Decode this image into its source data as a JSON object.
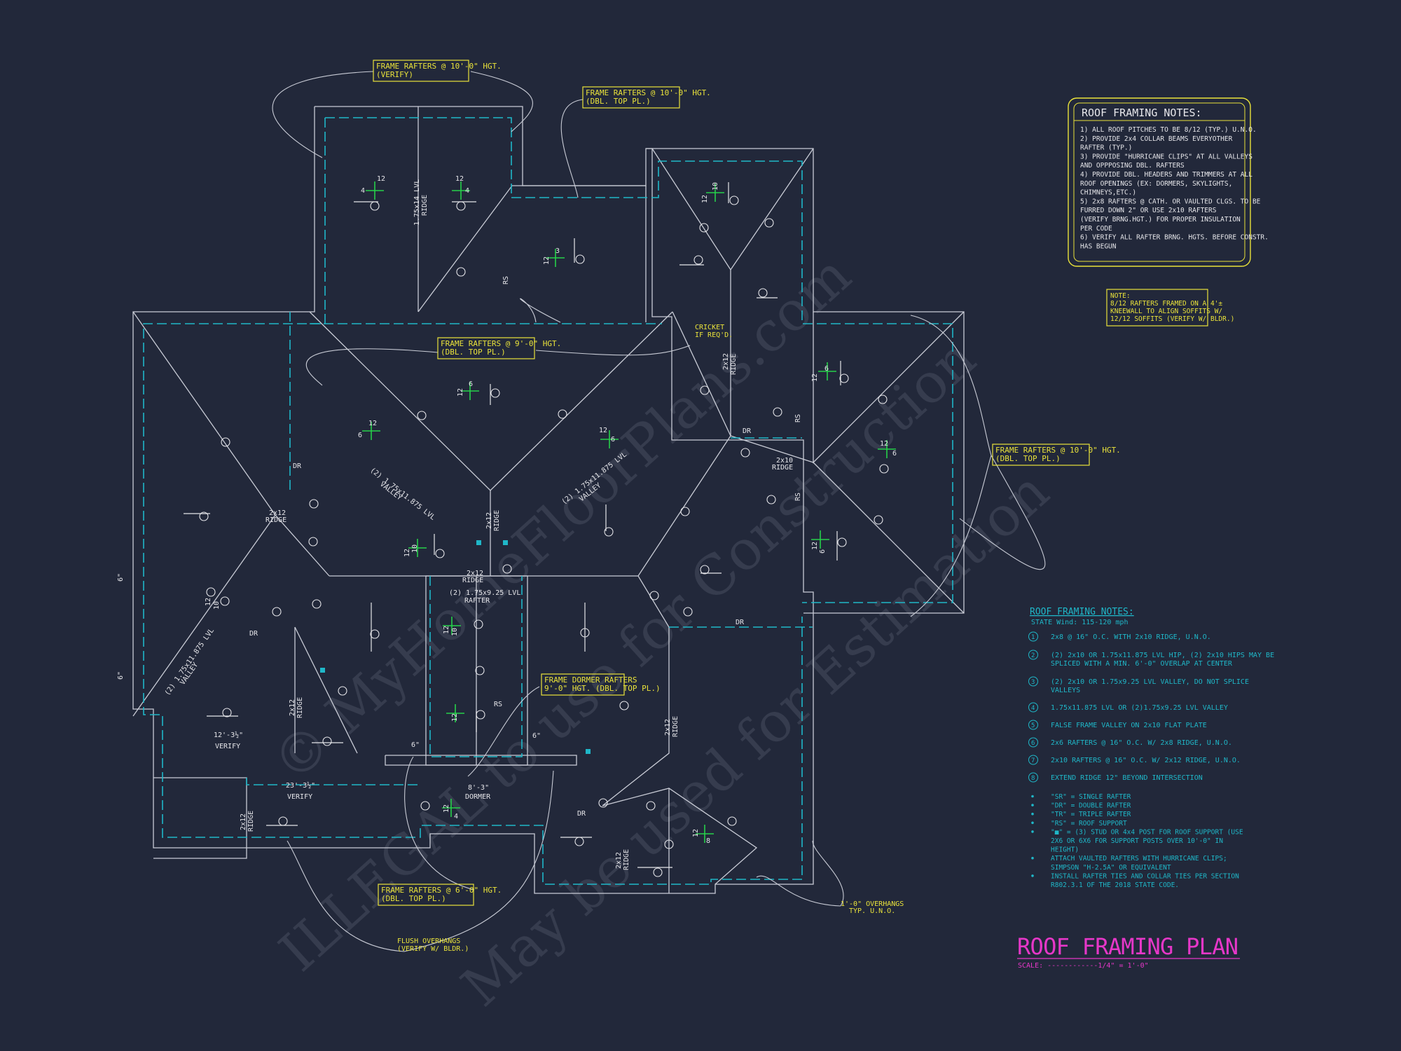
{
  "colors": {
    "background": "#22283a",
    "roof_lines": "#c9ccd6",
    "wall_dashed": "#1fb7c8",
    "callout_border": "#e9e23a",
    "callout_text": "#e9e23a",
    "cyan_text": "#1fb7c8",
    "white_text": "#e6e6ea",
    "green_marker": "#26d04a",
    "magenta_title": "#e637c8",
    "watermark": "#3a4052"
  },
  "watermark": {
    "line1": "© MyHomeFloorPlans.com",
    "line2": "ILLEGAL to use for Construction",
    "line3": "May be used for Estimation"
  },
  "callouts": [
    {
      "line1": "FRAME RAFTERS @ 10'-0\" HGT.",
      "line2": "(VERIFY)"
    },
    {
      "line1": "FRAME RAFTERS @ 10'-0\" HGT.",
      "line2": "(DBL. TOP PL.)"
    },
    {
      "line1": "FRAME RAFTERS @ 9'-0\" HGT.",
      "line2": "(DBL. TOP PL.)"
    },
    {
      "line1": "FRAME RAFTERS @ 10'-0\" HGT.",
      "line2": "(DBL. TOP PL.)"
    },
    {
      "line1": "FRAME DORMER RAFTERS",
      "line2": "9'-0\" HGT. (DBL. TOP PL.)"
    },
    {
      "line1": "FRAME RAFTERS @ 6'-0\" HGT.",
      "line2": "(DBL. TOP PL.)"
    }
  ],
  "notes_box": {
    "title": "ROOF FRAMING NOTES:",
    "lines": [
      "1) ALL ROOF PITCHES TO BE 8/12 (TYP.) U.N.O.",
      "2) PROVIDE 2x4 COLLAR BEAMS EVERYOTHER",
      "    RAFTER (TYP.)",
      "3) PROVIDE \"HURRICANE CLIPS\" AT ALL VALLEYS",
      "    AND OPPPOSING DBL. RAFTERS",
      "4) PROVIDE DBL. HEADERS AND TRIMMERS AT ALL",
      "    ROOF OPENINGS (EX: DORMERS, SKYLIGHTS,",
      "    CHIMNEYS,ETC.)",
      "5) 2x8 RAFTERS @ CATH. OR VAULTED CLGS. TO BE",
      "    FURRED DOWN 2\" OR USE 2x10 RAFTERS",
      "    (VERIFY BRNG.HGT.) FOR PROPER INSULATION",
      "    PER CODE",
      "6) VERIFY ALL RAFTER BRNG. HGTS. BEFORE CONSTR.",
      "    HAS BEGUN"
    ]
  },
  "small_note": {
    "lines": [
      "NOTE:",
      "8/12 RAFTERS FRAMED ON A 4'±",
      "KNEEWALL TO ALIGN SOFFITS W/",
      "12/12 SOFFITS (VERIFY W/ BLDR.)"
    ]
  },
  "legend": {
    "title": "ROOF FRAMING NOTES:",
    "subtitle": "STATE Wind: 115-120 mph",
    "items": [
      {
        "num": "1",
        "text": "2x8 @ 16\" O.C. WITH 2x10 RIDGE, U.N.O."
      },
      {
        "num": "2",
        "text": "(2) 2x10 OR 1.75x11.875 LVL HIP, (2) 2x10 HIPS MAY BE",
        "text2": "SPLICED WITH A MIN. 6'-0\" OVERLAP AT CENTER"
      },
      {
        "num": "3",
        "text": "(2) 2x10 OR 1.75x9.25 LVL VALLEY, DO NOT SPLICE",
        "text2": "VALLEYS"
      },
      {
        "num": "4",
        "text": "1.75x11.875 LVL OR (2)1.75x9.25 LVL VALLEY"
      },
      {
        "num": "5",
        "text": "FALSE FRAME VALLEY ON 2x10 FLAT PLATE"
      },
      {
        "num": "6",
        "text": "2x6 RAFTERS @ 16\" O.C. W/ 2x8 RIDGE, U.N.O."
      },
      {
        "num": "7",
        "text": "2x10 RAFTERS @ 16\" O.C. W/ 2x12 RIDGE, U.N.O."
      },
      {
        "num": "8",
        "text": "EXTEND RIDGE 12\" BEYOND INTERSECTION"
      }
    ],
    "bullets": [
      "\"SR\" = SINGLE RAFTER",
      "\"DR\" = DOUBLE RAFTER",
      "\"TR\" = TRIPLE RAFTER",
      "\"RS\" = ROOF SUPPORT",
      "\"■\" = (3) STUD OR 4x4 POST FOR ROOF SUPPORT (USE",
      "2X6 OR 6X6 FOR SUPPORT POSTS OVER 10'-0\" IN",
      "HEIGHT)",
      "ATTACH VAULTED RAFTERS WITH HURRICANE CLIPS;",
      "SIMPSON \"H-2.5A\" OR EQUIVALENT",
      "INSTALL RAFTER TIES AND COLLAR TIES PER SECTION",
      "R802.3.1 OF THE 2018 STATE CODE."
    ]
  },
  "title_block": {
    "title": "ROOF FRAMING PLAN",
    "scale": "SCALE: ------------1/4\" = 1'-0\""
  },
  "labels": {
    "cricket": "CRICKET",
    "cricket2": "IF REQ'D.",
    "ridge_2x12": "2x12",
    "ridge_word": "RIDGE",
    "ridge_2x10": "2x10",
    "lvl_ridge": "1.75x14 LVL",
    "valley_left": "(2) 1.75x11.875 LVL",
    "valley_word": "VALLEY",
    "valley_right": "(2) 1.75x11.875 LVL",
    "valley_lower": "(2) 1.75x11.875 LVL",
    "rafter_lvl": "(2) 1.75x9.25 LVL",
    "rafter_word": "RAFTER",
    "dr": "DR",
    "rs": "RS",
    "dim_12_3": "12'-3½\"",
    "dim_23_3": "23'-3½\"",
    "verify": "VERIFY",
    "dim_8_3": "8'-3\"",
    "dormer": "DORMER",
    "six_in": "6\"",
    "overhang1": "1'-0\" OVERHANGS",
    "overhang2": "TYP. U.N.O.",
    "flush1": "FLUSH OVERHANGS",
    "flush2": "(VERIFY W/ BLDR.)",
    "pitch_12": "12",
    "pitch_6": "6",
    "pitch_4": "4",
    "pitch_3": "3",
    "pitch_8": "8",
    "pitch_10": "10"
  }
}
